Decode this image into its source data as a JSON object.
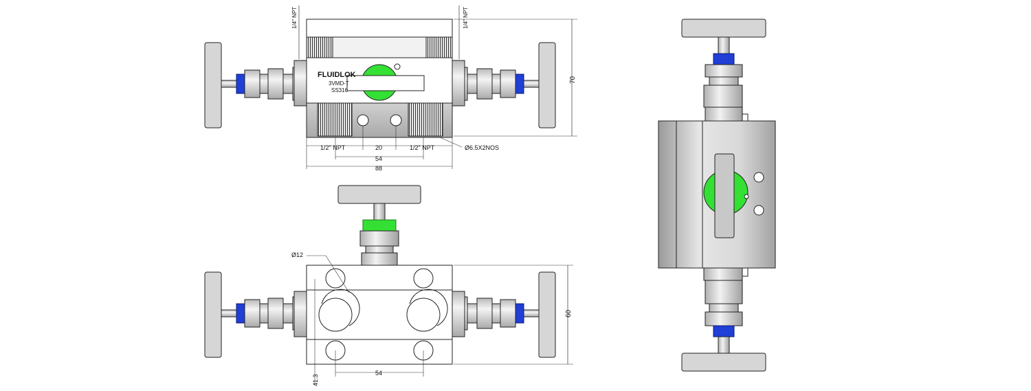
{
  "front_view": {
    "brand": "FLUIDLOK",
    "model": "3VMD-T",
    "material": "SS316",
    "dimensions": {
      "top_port_left": "1/4\" NPT",
      "top_port_right": "1/4\" NPT",
      "bottom_port_left": "1/2\" NPT",
      "bottom_port_right": "1/2\" NPT",
      "hole_spacing": "20",
      "port_spacing": "54",
      "overall_width": "88",
      "height": "70",
      "mounting_holes": "Ø6.5X2NOS"
    }
  },
  "top_view": {
    "dimensions": {
      "hole_diameter": "Ø12",
      "depth": "60",
      "port_spacing": "54",
      "offset": "41.3"
    }
  },
  "colors": {
    "outline": "#1a1a1a",
    "steel": "#dcdcdc",
    "steel_dark": "#9a9a9a",
    "blue_nut": "#1f3fd6",
    "green_valve": "#34e034",
    "knob": "#cfcfcf"
  }
}
